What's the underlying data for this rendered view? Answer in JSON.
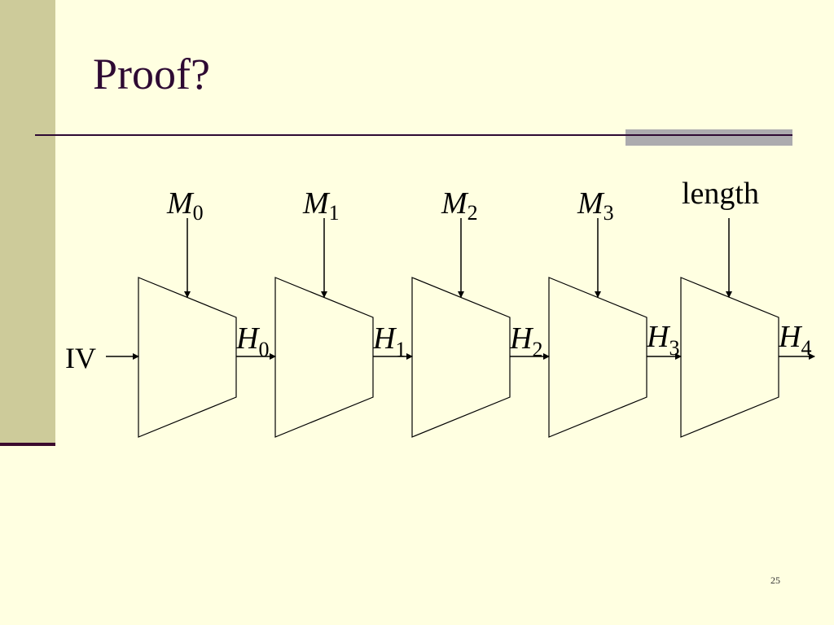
{
  "slide": {
    "title": "Proof?",
    "slide_number": "25"
  },
  "diagram": {
    "iv_label": "IV",
    "blocks": [
      {
        "input": "M",
        "input_sub": "0",
        "output": "H",
        "output_sub": "0"
      },
      {
        "input": "M",
        "input_sub": "1",
        "output": "H",
        "output_sub": "1"
      },
      {
        "input": "M",
        "input_sub": "2",
        "output": "H",
        "output_sub": "2"
      },
      {
        "input": "M",
        "input_sub": "3",
        "output": "H",
        "output_sub": "3"
      },
      {
        "input": "length",
        "input_sub": "",
        "output": "H",
        "output_sub": "4"
      }
    ]
  },
  "colors": {
    "background": "#FFFFE1",
    "sidebar": "#CDCB9A",
    "title": "#2E0A33",
    "accent_bar": "#ACABAE"
  }
}
